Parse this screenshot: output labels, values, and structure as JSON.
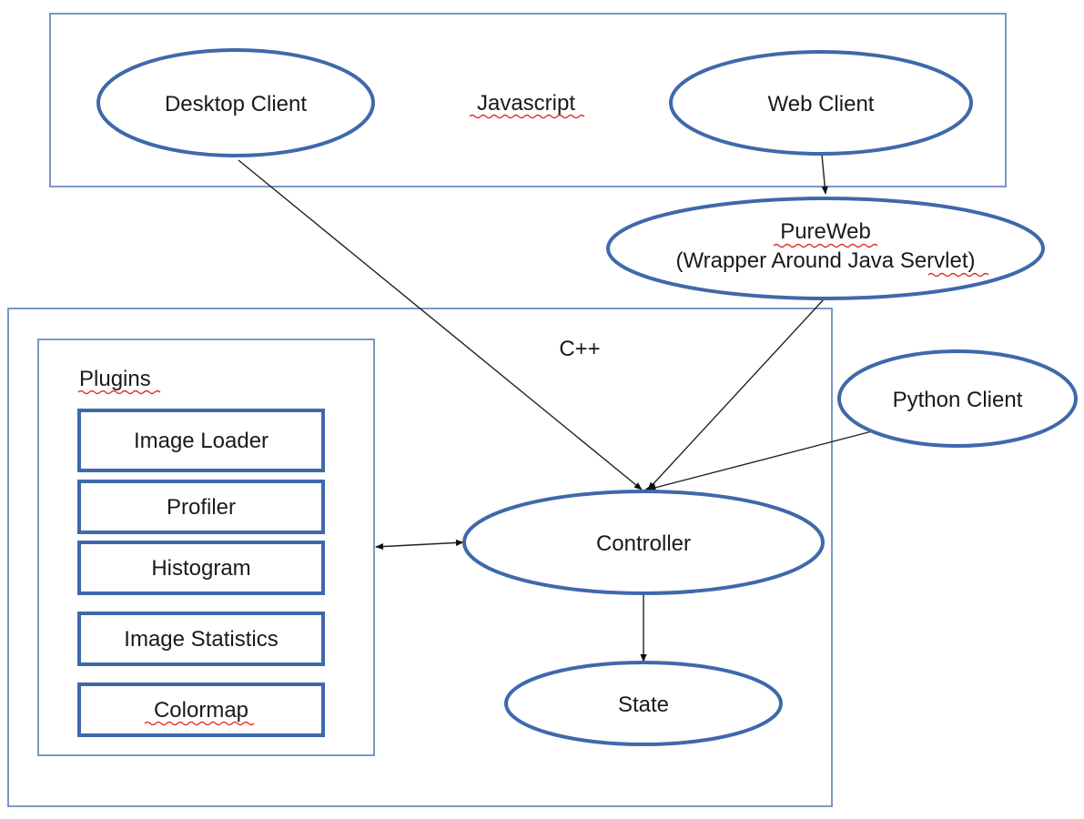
{
  "containers": {
    "javascript": {
      "label": "Javascript"
    },
    "cpp": {
      "label": "C++"
    },
    "plugins": {
      "label": "Plugins"
    }
  },
  "nodes": {
    "desktop_client": "Desktop Client",
    "web_client": "Web Client",
    "pureweb_line1": "PureWeb",
    "pureweb_line2": "(Wrapper Around Java Servlet)",
    "python_client": "Python Client",
    "controller": "Controller",
    "state": "State"
  },
  "plugins": [
    "Image Loader",
    "Profiler",
    "Histogram",
    "Image Statistics",
    "Colormap"
  ],
  "colors": {
    "node_stroke": "#3e69aa",
    "frame_stroke": "#6b8cc0",
    "spellcheck_underline": "#e0302e"
  }
}
